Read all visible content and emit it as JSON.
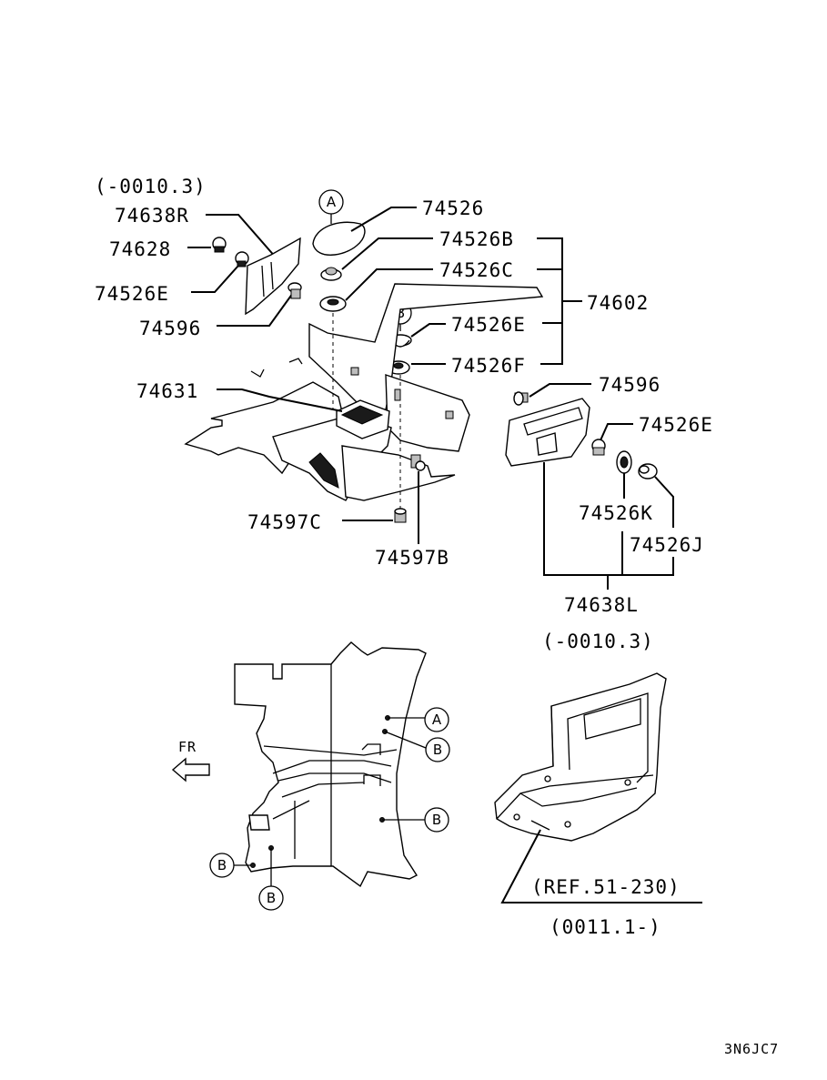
{
  "upper_left_range": "(-0010.3)",
  "upper_right_range": "(-0010.3)",
  "parts": {
    "p74638R": "74638R",
    "p74628": "74628",
    "p74526E_left": "74526E",
    "p74596_left": "74596",
    "p74631": "74631",
    "p74597C": "74597C",
    "p74597B": "74597B",
    "p74526": "74526",
    "p74526B": "74526B",
    "p74526C": "74526C",
    "p74602": "74602",
    "p74526E_mid": "74526E",
    "p74526F": "74526F",
    "p74596_right": "74596",
    "p74526E_right": "74526E",
    "p74526K": "74526K",
    "p74526J": "74526J",
    "p74638L": "74638L"
  },
  "callouts": {
    "a_top": "A",
    "b_top": "B",
    "a_view": "A",
    "b_view1": "B",
    "b_view2": "B",
    "b_view3": "B",
    "b_view4": "B"
  },
  "fr_label": "FR",
  "ref_label": "(REF.51-230)",
  "ref_range": "(0011.1-)",
  "diagram_code": "3N6JC7"
}
